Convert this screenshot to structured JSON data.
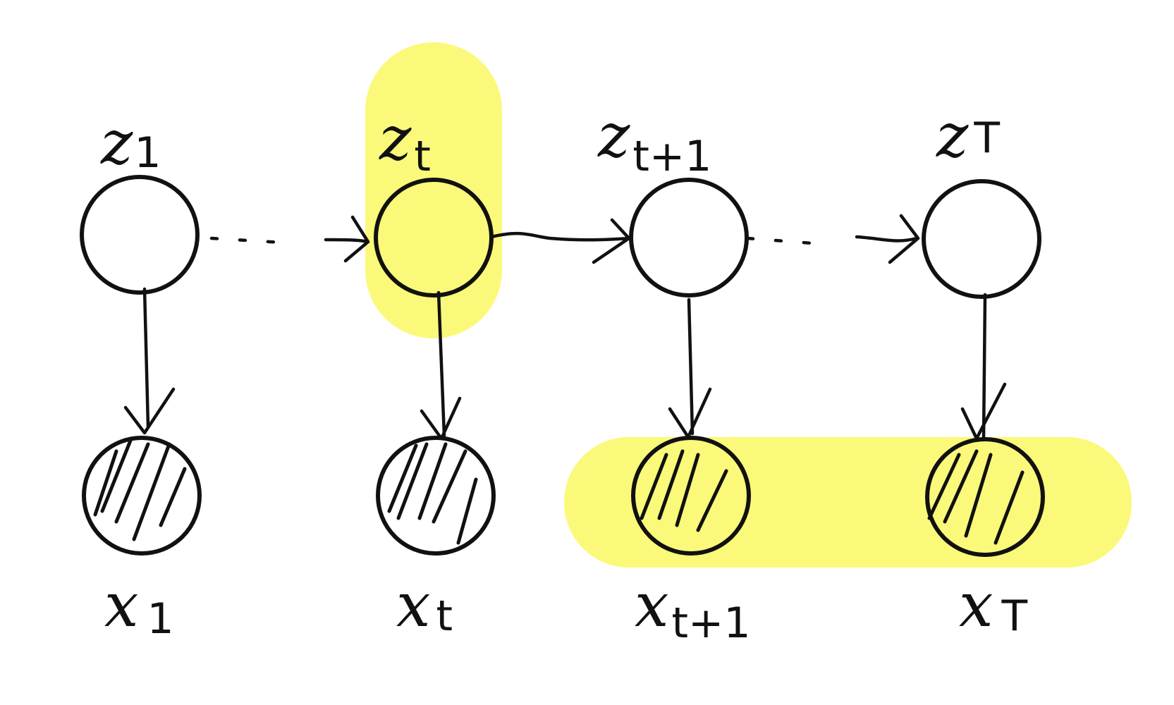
{
  "latent_nodes": [
    {
      "var": "z",
      "sub": "1",
      "highlighted": false
    },
    {
      "var": "z",
      "sub": "t",
      "highlighted": true
    },
    {
      "var": "z",
      "sub": "t+1",
      "highlighted": false
    },
    {
      "var": "z",
      "sub": "T",
      "highlighted": false
    }
  ],
  "observed_nodes": [
    {
      "var": "x",
      "sub": "1",
      "highlighted": false
    },
    {
      "var": "x",
      "sub": "t",
      "highlighted": false
    },
    {
      "var": "x",
      "sub": "t+1",
      "highlighted": true
    },
    {
      "var": "x",
      "sub": "T",
      "highlighted": true
    }
  ],
  "colors": {
    "highlight": "#fbf97a",
    "ink": "#111111"
  }
}
